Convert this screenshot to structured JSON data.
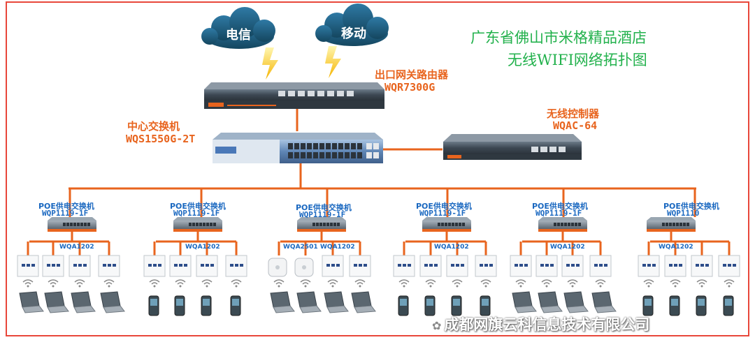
{
  "clouds": {
    "telecom": "电信",
    "mobile": "移动"
  },
  "title": {
    "line1": "广东省佛山市米格精品酒店",
    "line2": "无线WIFI网络拓扑图"
  },
  "gateway": {
    "label": "出口网关路由器",
    "model": "WQR7300G"
  },
  "core_switch": {
    "label": "中心交换机",
    "model": "WQS1550G-2T"
  },
  "controller": {
    "label": "无线控制器",
    "model": "WQAC-64"
  },
  "poe_switches": [
    {
      "label": "POE供电交换机",
      "model": "WQP1119-1F",
      "ap_label": "WQA1202",
      "endpoint": "laptop",
      "ap_type": [
        "panel",
        "panel",
        "panel",
        "panel"
      ]
    },
    {
      "label": "POE供电交换机",
      "model": "WQP1119-1F",
      "ap_label": "WQA1202",
      "endpoint": "phone",
      "ap_type": [
        "panel",
        "panel",
        "panel",
        "panel"
      ]
    },
    {
      "label": "POE供电交换机",
      "model": "WQP1119-1F",
      "ap_label": "WQA2501",
      "ap_label_2": "WQA1202",
      "endpoint": "laptop",
      "ap_type": [
        "ceiling",
        "ceiling",
        "panel",
        "panel"
      ]
    },
    {
      "label": "POE供电交换机",
      "model": "WQP1119-1F",
      "ap_label": "WQA1202",
      "endpoint": "phone",
      "ap_type": [
        "panel",
        "panel",
        "panel",
        "panel"
      ]
    },
    {
      "label": "POE供电交换机",
      "model": "WQP1119-1F",
      "ap_label": "WQA1202",
      "endpoint": "laptop",
      "ap_type": [
        "panel",
        "panel",
        "panel",
        "panel"
      ]
    },
    {
      "label": "POE供电交换机",
      "model": "WQP1110",
      "ap_label": "WQA1202",
      "endpoint": "phone",
      "ap_type": [
        "panel",
        "panel",
        "panel",
        "panel"
      ]
    }
  ],
  "footer": "成都网旗云科信息技术有限公司",
  "colors": {
    "frame": "#e8473a",
    "link": "#e8641e",
    "poe_text": "#1a68c0",
    "title": "#22b14c",
    "cloud": "#1f5f86"
  }
}
